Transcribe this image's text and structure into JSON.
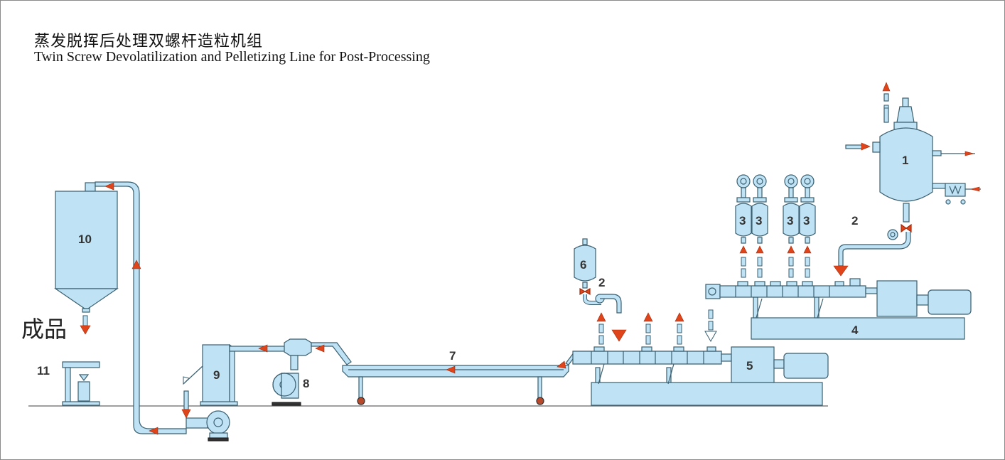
{
  "title": {
    "chinese": "蒸发脱挥后处理双螺杆造粒机组",
    "english": "Twin Screw Devolatilization and Pelletizing Line for Post-Processing"
  },
  "labels": {
    "finished_product": "成品",
    "reactor": "1",
    "pump_a": "2",
    "pump_b": "2",
    "condenser_1": "3",
    "condenser_2": "3",
    "condenser_3": "3",
    "condenser_4": "3",
    "extruder_first": "4",
    "extruder_second": "5",
    "feeder": "6",
    "water_bath": "7",
    "blower_dryer": "8",
    "pelletizer": "9",
    "silo": "10",
    "packaging": "11"
  },
  "colors": {
    "equipment_fill": "#bfe3f4",
    "equipment_stroke": "#3a5f70",
    "arrow": "#e0441b",
    "ground": "#666666"
  }
}
